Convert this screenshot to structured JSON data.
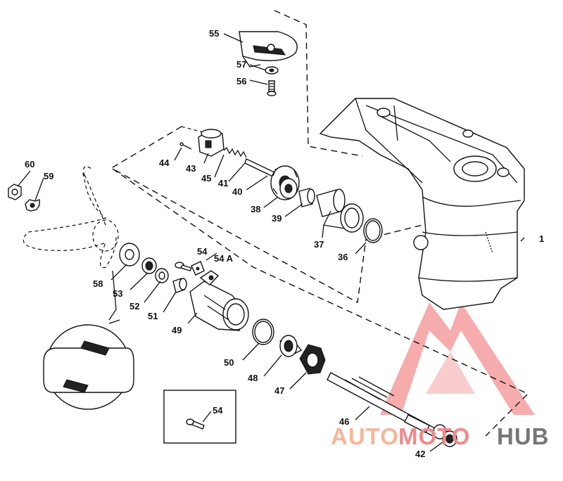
{
  "callouts": {
    "c1": "1",
    "c36": "36",
    "c37": "37",
    "c38": "38",
    "c39": "39",
    "c40": "40",
    "c41": "41",
    "c42": "42",
    "c43": "43",
    "c44": "44",
    "c45": "45",
    "c46": "46",
    "c47": "47",
    "c48": "48",
    "c49": "49",
    "c50": "50",
    "c51": "51",
    "c52": "52",
    "c53": "53",
    "c54": "54",
    "c54a": "54 A",
    "c54inset": "54",
    "c55": "55",
    "c56": "56",
    "c57": "57",
    "c58": "58",
    "c59": "59",
    "c60": "60"
  },
  "watermark": {
    "part1": "AUTO",
    "part2": "MOTO",
    "part3": "HUB",
    "colors": {
      "primary": "#f08a8a",
      "secondary": "#f5b79a",
      "tertiary": "#777777"
    }
  },
  "icons": {
    "watermark_logo": "triangle-m-logo-icon"
  }
}
